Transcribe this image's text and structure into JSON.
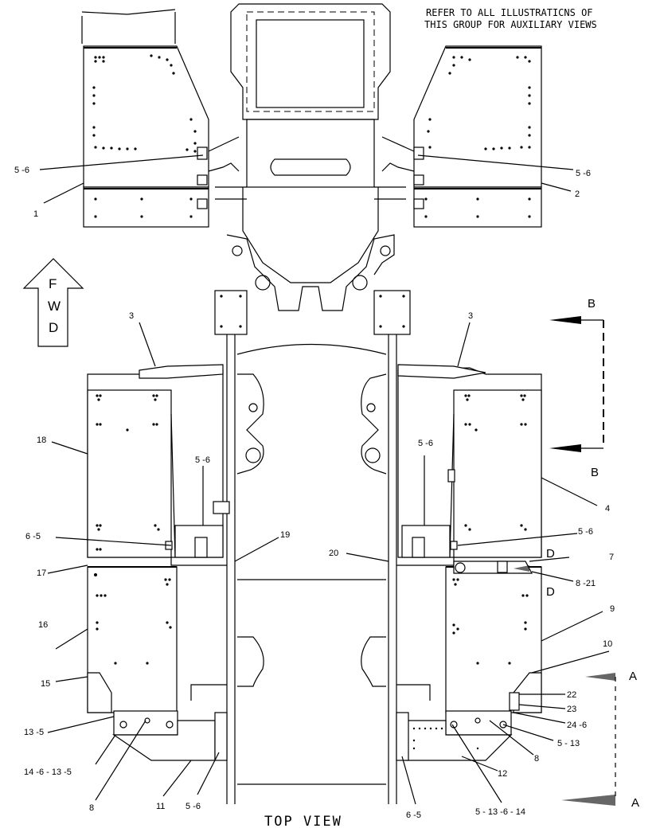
{
  "note": {
    "line1": "REFER TO ALL ILLUSTRATICNS OF",
    "line2": "THIS GROUP FOR AUXILIARY VIEWS"
  },
  "view_title": "TOP VIEW",
  "fwd_letters": [
    "F",
    "W",
    "D"
  ],
  "section_markers": {
    "b_top": "B",
    "b_bottom": "B",
    "a_top": "A",
    "a_bottom": "A",
    "d_top": "D",
    "d_bottom": "D"
  },
  "callouts": {
    "c1": "1",
    "c2": "2",
    "c5_6_tl": "5 -6",
    "c5_6_tr": "5 -6",
    "c3_l": "3",
    "c3_r": "3",
    "c18": "18",
    "c5_6_ml": "5 -6",
    "c5_6_mr": "5 -6",
    "c4": "4",
    "c6_5_l": "6 -5",
    "c5_6_r2": "5 -6",
    "c17": "17",
    "c19": "19",
    "c20": "20",
    "c7": "7",
    "c8_21": "8 -21",
    "c16": "16",
    "c9": "9",
    "c10": "10",
    "c15": "15",
    "c22": "22",
    "c23": "23",
    "c24_6": "24 -6",
    "c13_5": "13 -5",
    "c5_13": "5 - 13",
    "c14_6_13_5": "14 -6 - 13 -5",
    "c8_r": "8",
    "c12": "12",
    "c8_l": "8",
    "c11": "11",
    "c5_6_b": "5 -6",
    "c6_5_b": "6 -5",
    "c5_13_6_14": "5 - 13 -6 - 14"
  }
}
